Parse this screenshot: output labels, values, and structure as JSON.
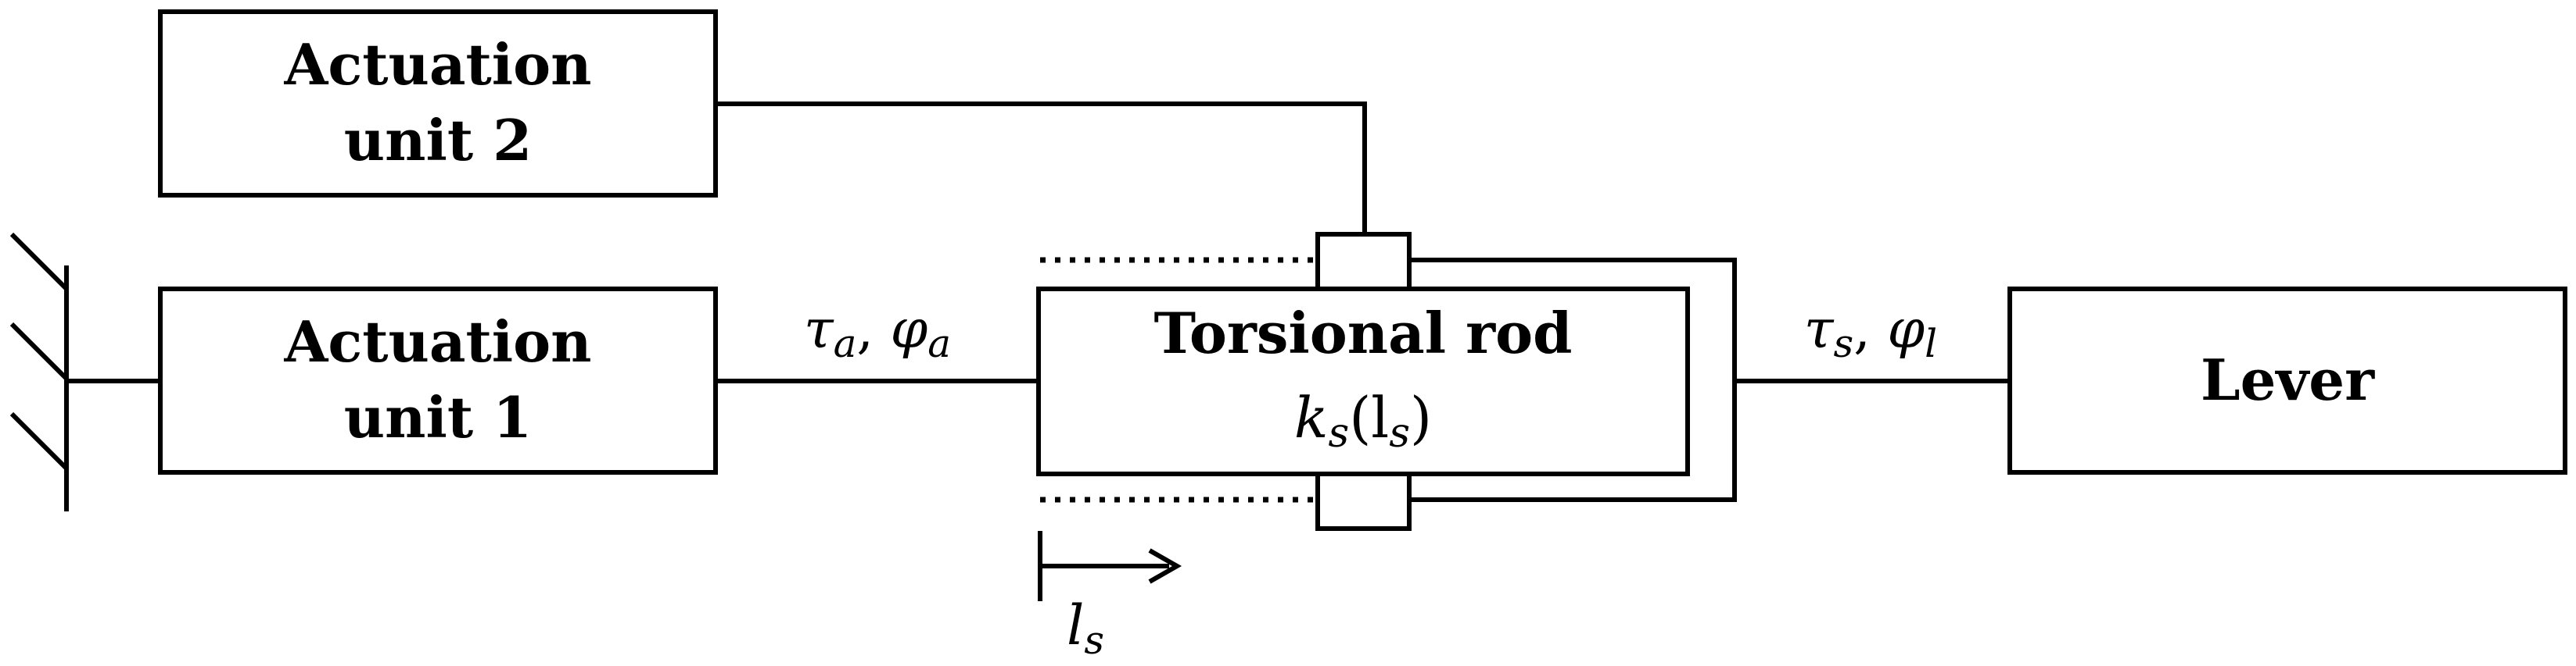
{
  "blocks": {
    "actuation_unit_2": {
      "line1": "Actuation",
      "line2": "unit 2"
    },
    "actuation_unit_1": {
      "line1": "Actuation",
      "line2": "unit 1"
    },
    "torsional_rod": {
      "title": "Torsional rod",
      "stiffness": "k",
      "stiffness_sub": "s",
      "stiffness_arg": "(l",
      "stiffness_arg_sub": "s",
      "stiffness_close": ")"
    },
    "lever": {
      "label": "Lever"
    }
  },
  "signals": {
    "actuator_output": {
      "tau": "τ",
      "tau_sub": "a",
      "sep": ", ",
      "phi": "φ",
      "phi_sub": "a"
    },
    "rod_output": {
      "tau": "τ",
      "tau_sub": "s",
      "sep": ", ",
      "phi": "φ",
      "phi_sub": "l"
    }
  },
  "slider_position": {
    "var": "l",
    "sub": "s"
  }
}
